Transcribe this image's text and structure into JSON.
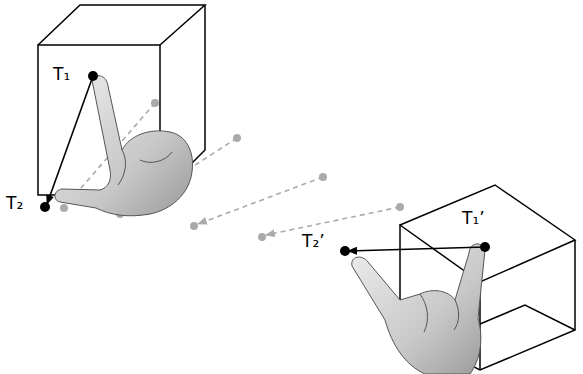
{
  "diagram": {
    "labels": [
      "T₁",
      "T₂",
      "T₂’",
      "T₁’"
    ]
  }
}
